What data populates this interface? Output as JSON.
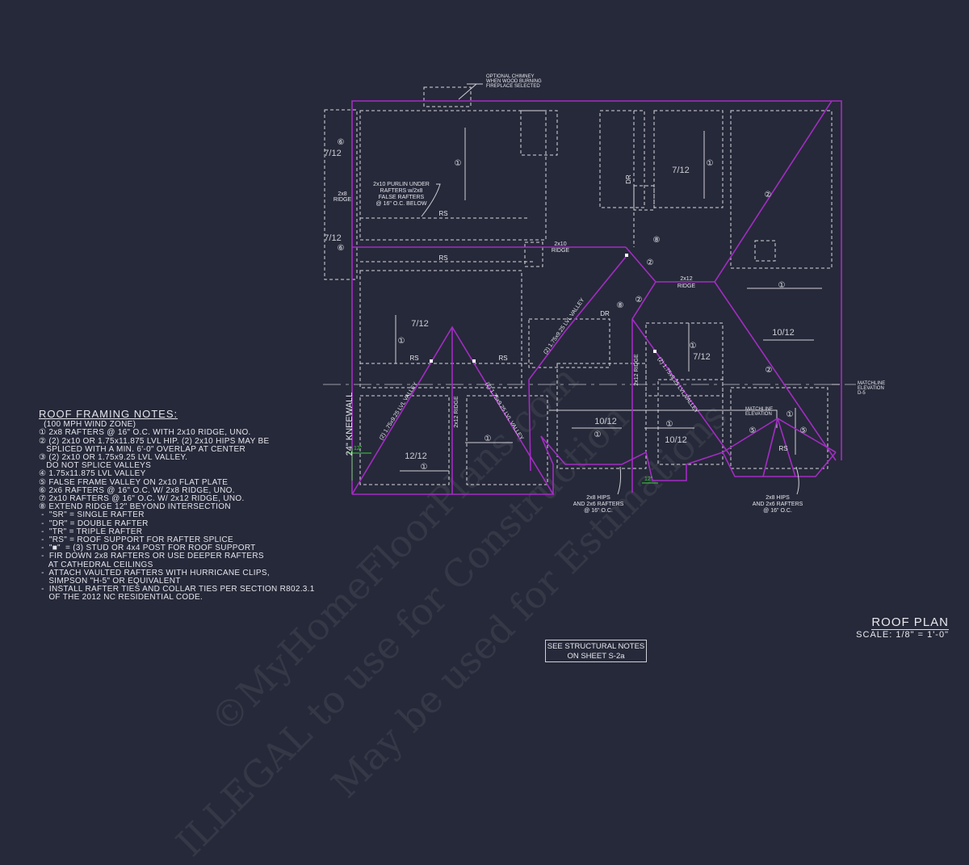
{
  "plan": {
    "title": "ROOF PLAN",
    "scale": "SCALE: 1/8\" = 1'-0\"",
    "structural_note": [
      "SEE STRUCTURAL NOTES",
      "ON SHEET S-2a"
    ],
    "chimney_note": [
      "OPTIONAL CHIMNEY",
      "WHEN WOOD BURNING",
      "FIREPLACE SELECTED"
    ],
    "purlin_note": [
      "2x10 PURLIN UNDER",
      "RAFTERS w/2x8",
      "FALSE RAFTERS",
      "@ 16\" O.C. BELOW"
    ],
    "hips_note": [
      "2x8 HIPS",
      "AND 2x6 RAFTERS",
      "@ 16\" O.C."
    ],
    "matchline": [
      "MATCHLINE",
      "ELEVATION",
      "D-5"
    ],
    "matchline_inner": [
      "MATCHLINE",
      "ELEVATION"
    ],
    "kneewall": "24\" KNEEWALL",
    "ridge_2x8": [
      "2x8",
      "RIDGE"
    ],
    "ridge_2x10": [
      "2x10",
      "RIDGE"
    ],
    "ridge_2x12": [
      "2x12",
      "RIDGE"
    ],
    "ridge_vertical": "2x12 RIDGE",
    "valley_label": "(2) 1.75x9.25 LVL VALLEY",
    "dim_12": "12\"",
    "rs": "RS",
    "dr": "DR",
    "pitches": {
      "p7": "7/12",
      "p10": "10/12",
      "p12": "12/12"
    },
    "callouts": {
      "c1": "①",
      "c2": "②",
      "c5": "⑤",
      "c6": "⑥",
      "c8": "⑧"
    }
  },
  "notes": {
    "title": "ROOF FRAMING NOTES:",
    "items": [
      "  (100 MPH WIND ZONE)",
      "① 2x8 RAFTERS @ 16\" O.C. WITH 2x10 RIDGE, UNO.",
      "② (2) 2x10 OR 1.75x11.875 LVL HIP. (2) 2x10 HIPS MAY BE",
      "   SPLICED WITH A MIN. 6'-0\" OVERLAP AT CENTER",
      "③ (2) 2x10 OR 1.75x9.25 LVL VALLEY.",
      "   DO NOT SPLICE VALLEYS",
      "④ 1.75x11.875 LVL VALLEY",
      "⑤ FALSE FRAME VALLEY ON 2x10 FLAT PLATE",
      "⑥ 2x6 RAFTERS @ 16\" O.C. W/ 2x8 RIDGE, UNO.",
      "⑦ 2x10 RAFTERS @ 16\" O.C. W/ 2x12 RIDGE, UNO.",
      "⑧ EXTEND RIDGE 12\" BEYOND INTERSECTION",
      " -  \"SR\" = SINGLE RAFTER",
      " -  \"DR\" = DOUBLE RAFTER",
      " -  \"TR\" = TRIPLE RAFTER",
      " -  \"RS\" = ROOF SUPPORT FOR RAFTER SPLICE",
      " -  \"■\"  = (3) STUD OR 4x4 POST FOR ROOF SUPPORT",
      " -  FIR DOWN 2x8 RAFTERS OR USE DEEPER RAFTERS",
      "    AT CATHEDRAL CEILINGS",
      " -  ATTACH VAULTED RAFTERS WITH HURRICANE CLIPS,",
      "    SIMPSON \"H-5\" OR EQUIVALENT",
      " -  INSTALL RAFTER TIES AND COLLAR TIES PER SECTION R802.3.1",
      "    OF THE 2012 NC RESIDENTIAL CODE."
    ]
  },
  "watermark": [
    "©MyHomeFloorPlans.com",
    "ILLEGAL to use for Construction",
    "May be used for Estimations"
  ],
  "colors": {
    "background": "#262939",
    "roof": "#a32cc4",
    "lines": "#d8d8e0",
    "dimension": "#3ecf3e"
  }
}
